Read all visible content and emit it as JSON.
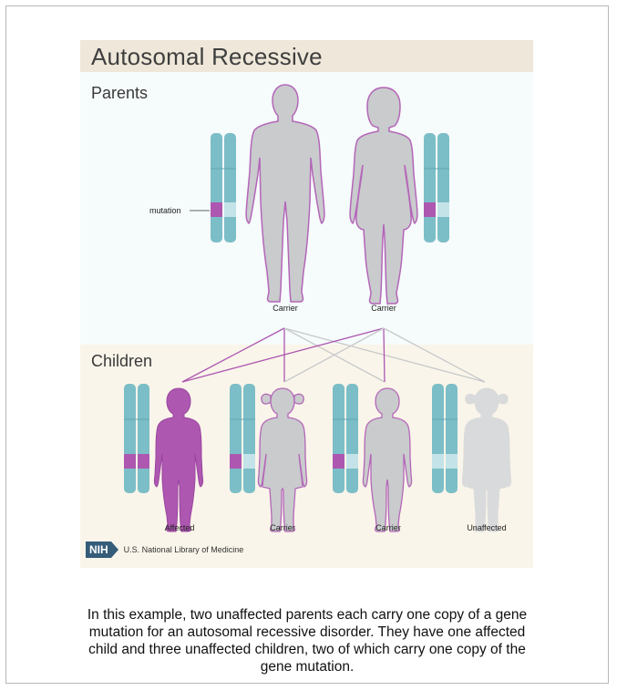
{
  "title": "Autosomal Recessive",
  "sections": {
    "parents": "Parents",
    "children": "Children"
  },
  "mutation_label": "mutation",
  "parents": [
    {
      "status": "Carrier"
    },
    {
      "status": "Carrier"
    }
  ],
  "children": [
    {
      "status": "Affected"
    },
    {
      "status": "Carrier"
    },
    {
      "status": "Carrier"
    },
    {
      "status": "Unaffected"
    }
  ],
  "logo": {
    "badge": "NIH",
    "text": "U.S. National Library of Medicine"
  },
  "caption": "In this example, two unaffected parents each carry one copy of a gene mutation for an autosomal recessive disorder. They have one affected child and three unaffected children, two of which carry one copy of the gene mutation.",
  "colors": {
    "chromosome": "#7cbec7",
    "chromosome_light": "#c4e3e8",
    "mutation": "#ad57b1",
    "person": "#c9cbcd",
    "unaffected_person": "#d9dadb",
    "outline": "#b466b8"
  }
}
